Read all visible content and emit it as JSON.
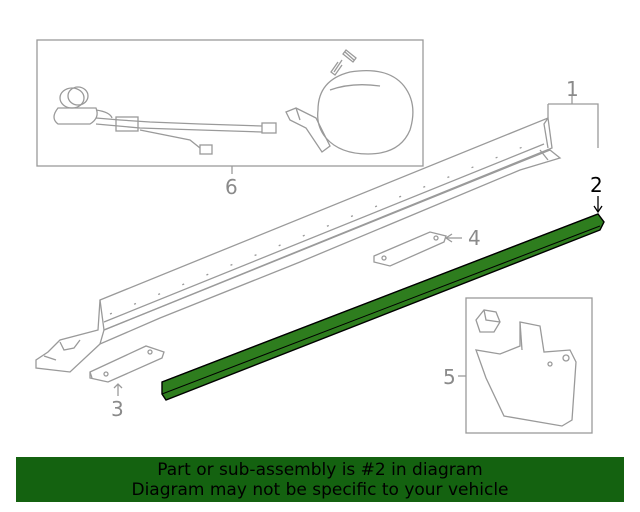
{
  "callouts": {
    "c1": "1",
    "c2": "2",
    "c3": "3",
    "c4": "4",
    "c5": "5",
    "c6": "6"
  },
  "highlight": {
    "part_number": "2",
    "color": "#2e7d1e"
  },
  "banner": {
    "line1": "Part or sub-assembly is #2 in diagram",
    "line2": "Diagram may not be specific to your vehicle",
    "background": "#146210"
  },
  "colors": {
    "line_art": "#9a9a9a",
    "highlight_stroke": "#000000"
  }
}
